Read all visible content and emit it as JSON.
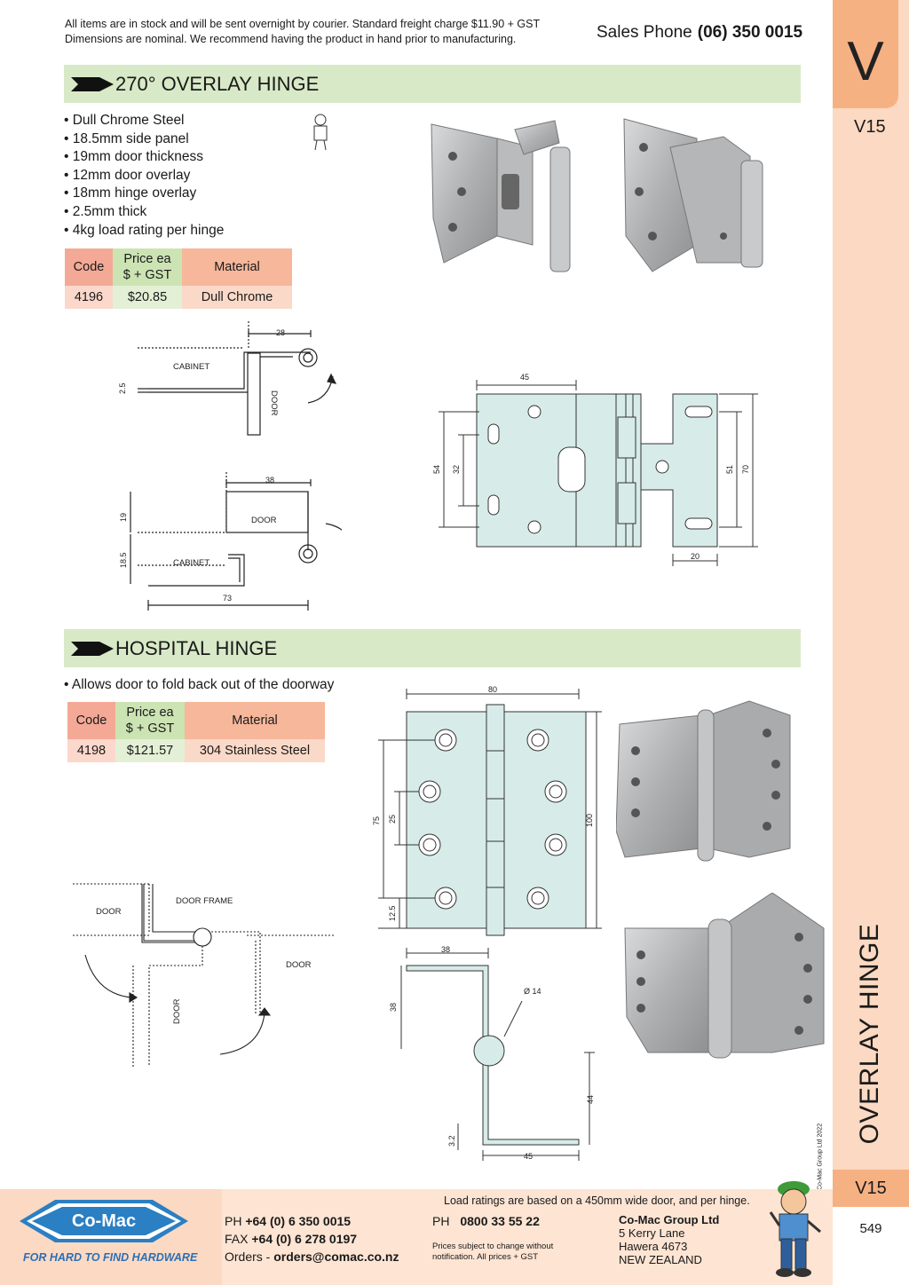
{
  "notice": {
    "line1": "All items are in stock and will be sent overnight by courier. Standard freight charge $11.90 + GST",
    "line2": "Dimensions are nominal. We recommend having the product in hand prior to manufacturing."
  },
  "sales": {
    "label": "Sales Phone",
    "number": "(06) 350 0015"
  },
  "side": {
    "letter": "V",
    "code": "V15",
    "section_title": "OVERLAY HINGE",
    "copyright": "© Co-Mac Group Ltd 2022",
    "page_number": "549"
  },
  "section1": {
    "title": "270° OVERLAY HINGE",
    "bullets": [
      "• Dull Chrome Steel",
      "• 18.5mm side panel",
      "• 19mm door thickness",
      "• 12mm door overlay",
      "• 18mm hinge overlay",
      "• 2.5mm thick",
      "• 4kg load rating per hinge"
    ],
    "table": {
      "headers": [
        "Code",
        "Price ea\n$ + GST",
        "Material"
      ],
      "header_price_1": "Price ea",
      "header_price_2": "$ + GST",
      "row": [
        "4196",
        "$20.85",
        "Dull Chrome"
      ]
    },
    "diagram_side": {
      "cabinet": "CABINET",
      "door": "DOOR",
      "dim_28": "28",
      "dim_25": "2.5"
    },
    "diagram_fold": {
      "door": "DOOR",
      "cabinet": "CABINET",
      "dim_38": "38",
      "dim_19": "19",
      "dim_185": "18.5",
      "dim_73": "73"
    },
    "diagram_plate": {
      "dim_45": "45",
      "dim_54": "54",
      "dim_32": "32",
      "dim_51": "51",
      "dim_70": "70",
      "dim_20": "20"
    }
  },
  "section2": {
    "title": "HOSPITAL HINGE",
    "bullets": [
      "• Allows door to fold back out of the doorway"
    ],
    "table": {
      "header_price_1": "Price ea",
      "header_price_2": "$ + GST",
      "code_h": "Code",
      "mat_h": "Material",
      "row": [
        "4198",
        "$121.57",
        "304 Stainless Steel"
      ]
    },
    "diagram_plan": {
      "door_left": "DOOR",
      "door_frame": "DOOR FRAME",
      "door_right": "DOOR",
      "door_bottom": "DOOR"
    },
    "diagram_plate": {
      "dim_80": "80",
      "dim_75": "75",
      "dim_25": "25",
      "dim_125": "12.5",
      "dim_100": "100"
    },
    "diagram_profile": {
      "dim_38a": "38",
      "dim_38b": "38",
      "dim_dia": "Ø 14",
      "dim_44": "44",
      "dim_32": "3.2",
      "dim_45": "45"
    }
  },
  "load_note": "Load ratings are based on a 450mm wide door, and per hinge.",
  "footer": {
    "logo": "Co-Mac",
    "tagline": "FOR HARD TO FIND HARDWARE",
    "ph_label": "PH",
    "ph": "+64 (0) 6 350 0015",
    "fax_label": "FAX",
    "fax": "+64 (0) 6 278 0197",
    "orders_label": "Orders -",
    "orders": "orders@comac.co.nz",
    "ph2_label": "PH",
    "ph2": "0800 33 55 22",
    "disclaimer1": "Prices subject to change without",
    "disclaimer2": "notification. All prices + GST",
    "company": "Co-Mac Group Ltd",
    "addr1": "5 Kerry Lane",
    "addr2": "Hawera 4673",
    "addr3": "NEW ZEALAND"
  }
}
